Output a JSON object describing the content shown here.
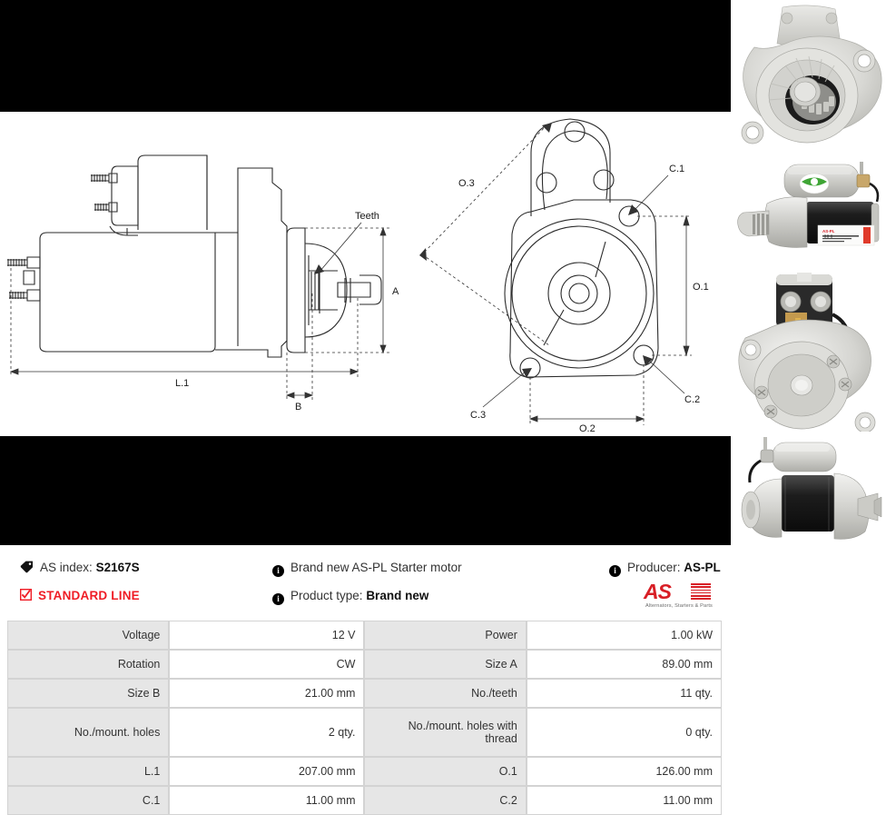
{
  "product": {
    "as_index_label": "AS index:",
    "as_index_value": "S2167S",
    "line_badge": "STANDARD LINE",
    "description": "Brand new AS-PL Starter motor",
    "product_type_label": "Product type:",
    "product_type_value": "Brand new",
    "producer_label": "Producer:",
    "producer_value": "AS-PL"
  },
  "logo": {
    "mark": "AS",
    "tagline": "Alternators, Starters & Parts",
    "color": "#d81f26"
  },
  "colors": {
    "accent_red": "#ef1c25",
    "band_black": "#000000",
    "table_key_bg": "#e6e6e6",
    "table_border": "#d3d3d3"
  },
  "spec_table": {
    "rows": [
      {
        "k1": "Voltage",
        "v1": "12 V",
        "k2": "Power",
        "v2": "1.00 kW",
        "tall": false
      },
      {
        "k1": "Rotation",
        "v1": "CW",
        "k2": "Size A",
        "v2": "89.00 mm",
        "tall": false
      },
      {
        "k1": "Size B",
        "v1": "21.00 mm",
        "k2": "No./teeth",
        "v2": "11 qty.",
        "tall": false
      },
      {
        "k1": "No./mount. holes",
        "v1": "2 qty.",
        "k2": "No./mount. holes with thread",
        "v2": "0 qty.",
        "tall": true
      },
      {
        "k1": "L.1",
        "v1": "207.00 mm",
        "k2": "O.1",
        "v2": "126.00 mm",
        "tall": false
      },
      {
        "k1": "C.1",
        "v1": "11.00 mm",
        "k2": "C.2",
        "v2": "11.00 mm",
        "tall": false
      }
    ]
  },
  "drawings": {
    "side_view": {
      "labels": {
        "teeth": "Teeth",
        "length": "L.1",
        "height": "A",
        "offset": "B"
      }
    },
    "front_view": {
      "labels": {
        "o3": "O.3",
        "o1": "O.1",
        "o2": "O.2",
        "c1": "C.1",
        "c2": "C.2",
        "c3": "C.3"
      }
    }
  },
  "photos": [
    {
      "caption": "starter-drive-end-front-view"
    },
    {
      "caption": "starter-side-view-with-label"
    },
    {
      "caption": "starter-solenoid-terminals-view"
    },
    {
      "caption": "starter-full-side-profile"
    }
  ]
}
